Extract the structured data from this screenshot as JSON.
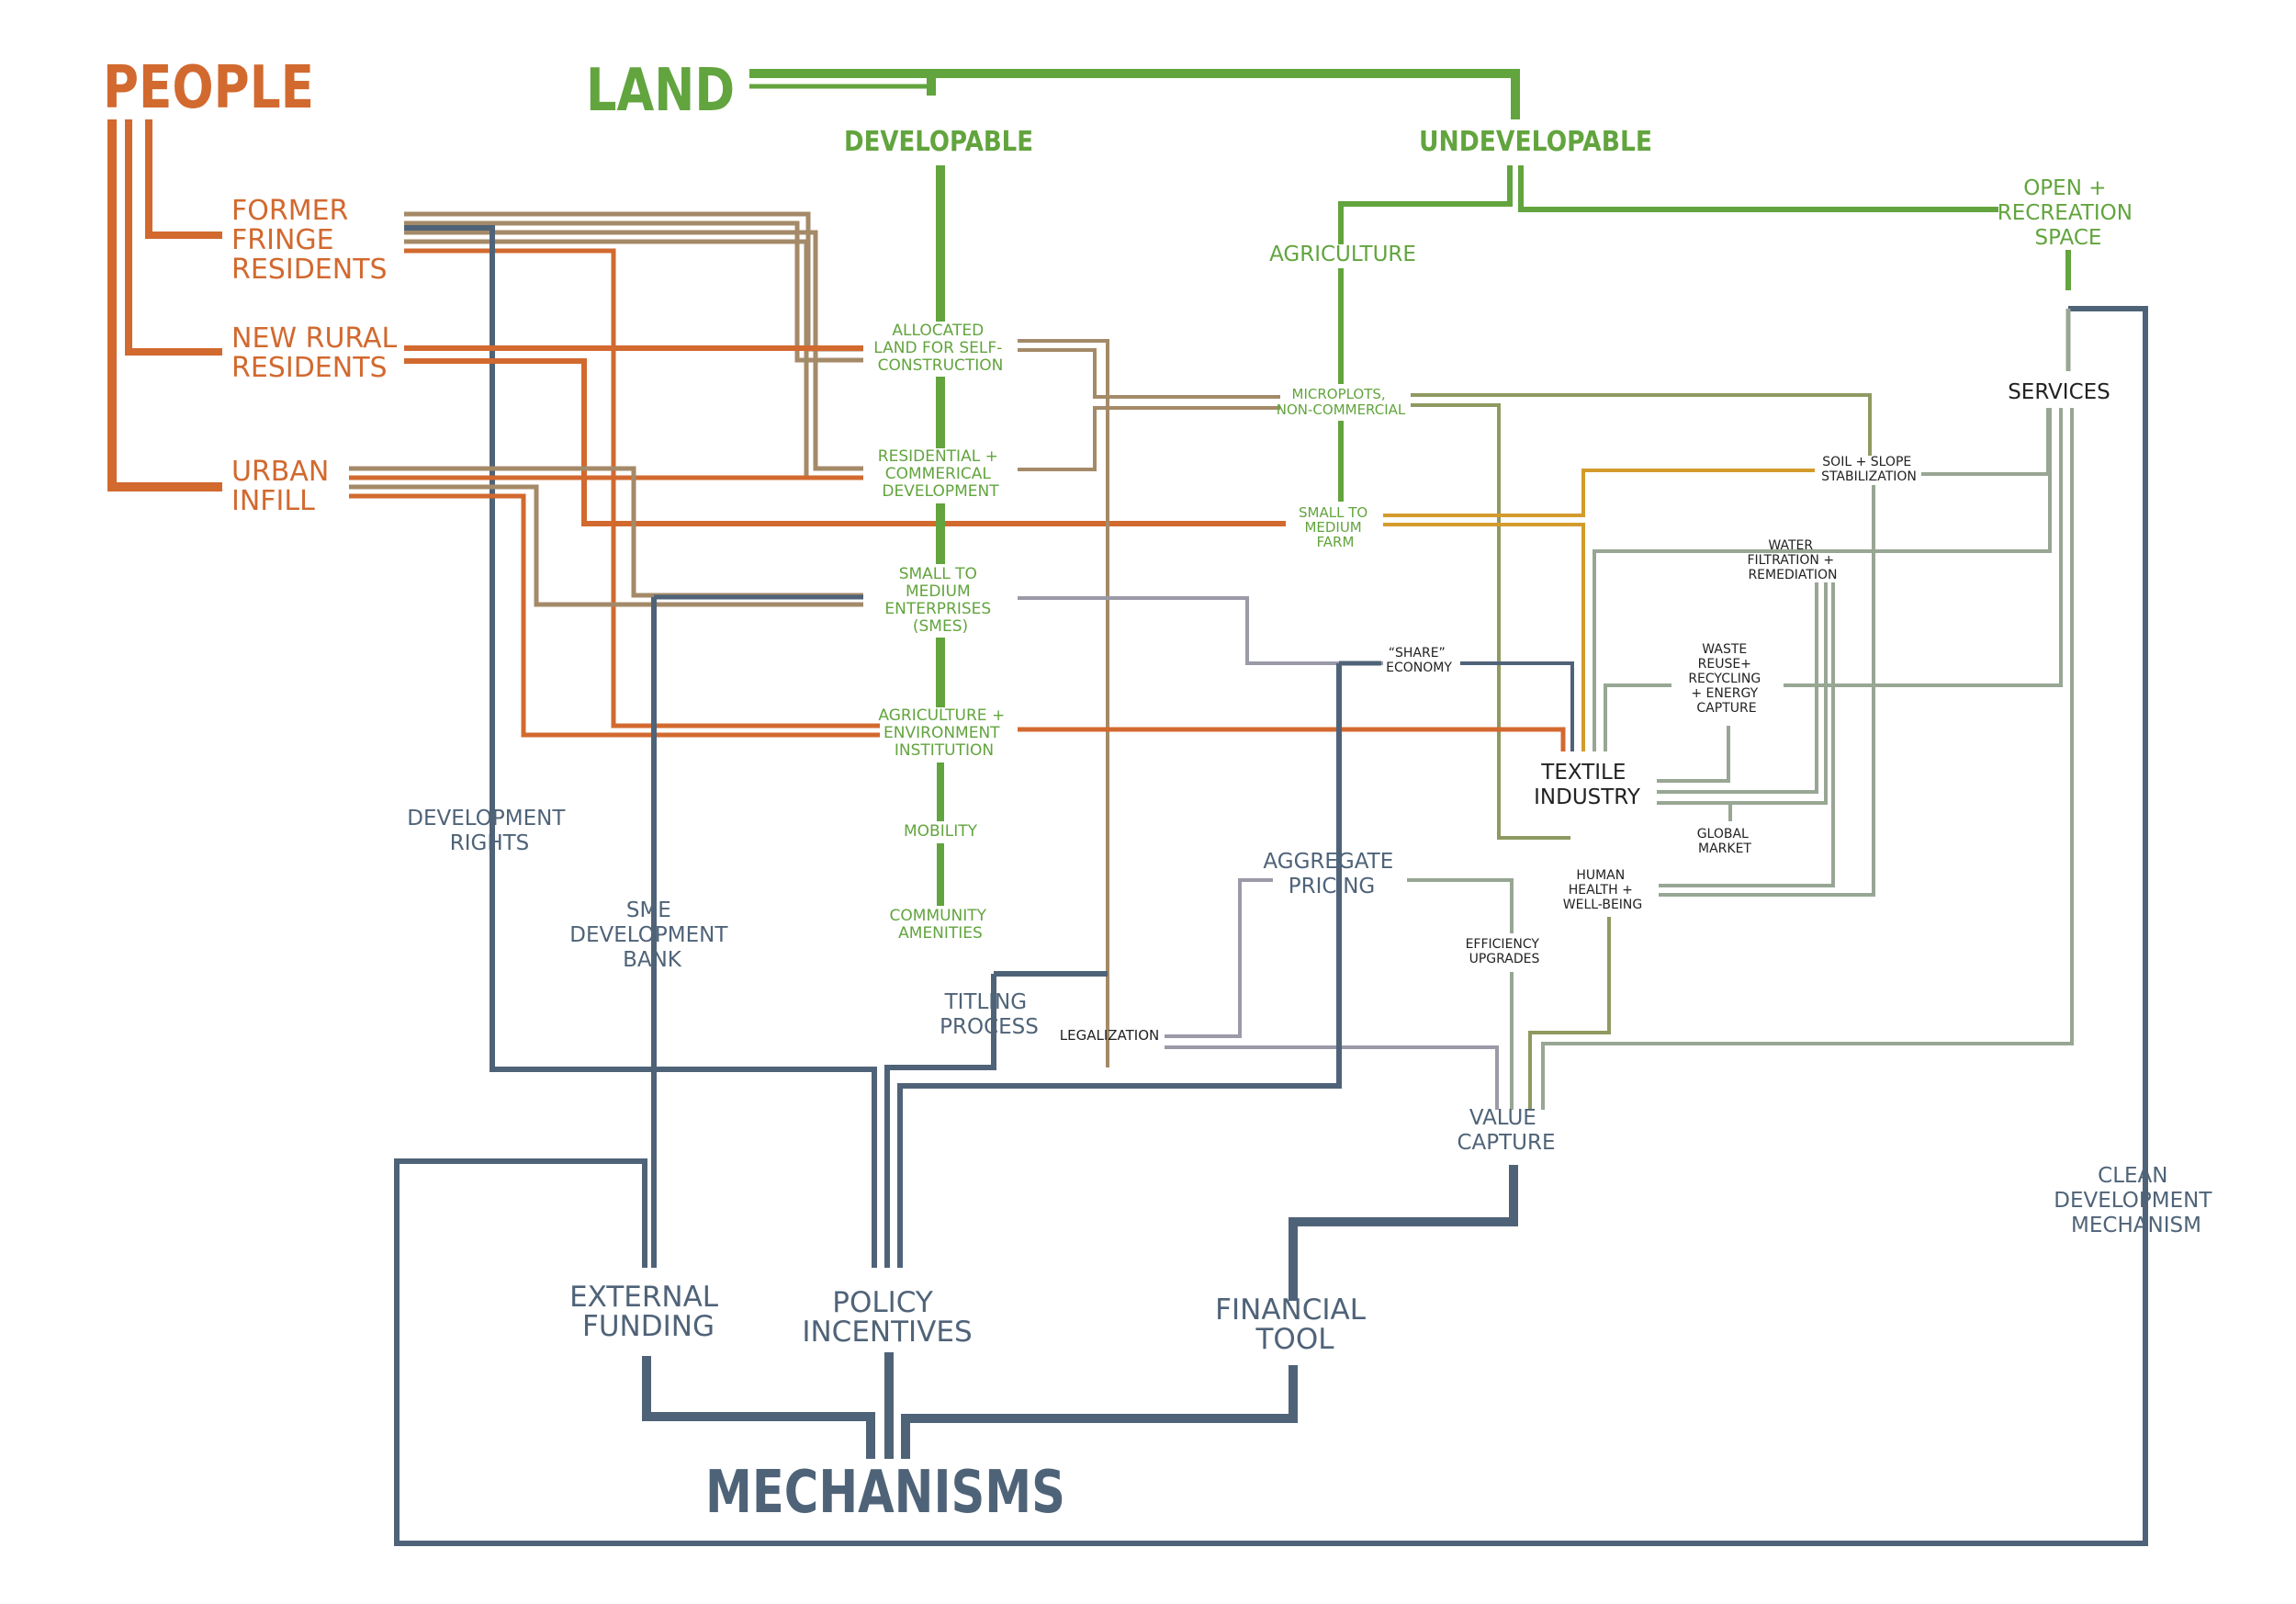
{
  "colors": {
    "people": "#d2692f",
    "land": "#62a43e",
    "mechanisms": "#4f6378",
    "tan": "#a48a68",
    "olive": "#8e9a60",
    "sage": "#98a694",
    "gold": "#d39b2c",
    "lavender": "#9b9aa8",
    "node_dark": "#222222"
  },
  "people": {
    "title": "PEOPLE",
    "former_fringe": [
      "FORMER",
      "FRINGE",
      "RESIDENTS"
    ],
    "new_rural": [
      "NEW RURAL",
      "RESIDENTS"
    ],
    "urban_infill": [
      "URBAN",
      "INFILL"
    ]
  },
  "land": {
    "title": "LAND",
    "developable": "DEVELOPABLE",
    "undevelopable": "UNDEVELOPABLE",
    "allocated_land": [
      "ALLOCATED",
      "LAND FOR SELF-",
      "CONSTRUCTION"
    ],
    "residential": [
      "RESIDENTIAL +",
      "COMMERICAL",
      "DEVELOPMENT"
    ],
    "smes": [
      "SMALL TO",
      "MEDIUM",
      "ENTERPRISES",
      "(SMES)"
    ],
    "agri_institution": [
      "AGRICULTURE +",
      "ENVIRONMENT",
      "INSTITUTION"
    ],
    "mobility": "MOBILITY",
    "community": [
      "COMMUNITY",
      "AMENITIES"
    ],
    "agriculture": "AGRICULTURE",
    "microplots": [
      "MICROPLOTS,",
      "NON-COMMERCIAL"
    ],
    "farm": [
      "SMALL TO",
      "MEDIUM",
      "FARM"
    ],
    "open_space": [
      "OPEN  +",
      "RECREATION",
      "SPACE"
    ]
  },
  "services": {
    "title": "SERVICES",
    "soil": [
      "SOIL + SLOPE",
      "STABILIZATION"
    ],
    "water": [
      "WATER",
      "FILTRATION +",
      "REMEDIATION"
    ],
    "waste": [
      "WASTE",
      "REUSE+",
      "RECYCLING",
      "+ ENERGY",
      "CAPTURE"
    ],
    "share": [
      "“SHARE”",
      "ECONOMY"
    ],
    "textile": [
      "TEXTILE",
      "INDUSTRY"
    ],
    "global_market": [
      "GLOBAL",
      "MARKET"
    ],
    "health": [
      "HUMAN",
      "HEALTH +",
      "WELL-BEING"
    ],
    "efficiency": [
      "EFFICIENCY",
      "UPGRADES"
    ],
    "legalization": "LEGALIZATION"
  },
  "mechanisms": {
    "title": "MECHANISMS",
    "development_rights": [
      "DEVELOPMENT",
      "RIGHTS"
    ],
    "sme_bank": [
      "SME",
      "DEVELOPMENT",
      "BANK"
    ],
    "titling": [
      "TITLING",
      "PROCESS"
    ],
    "aggregate": [
      "AGGREGATE",
      "PRICING"
    ],
    "value_capture": [
      "VALUE",
      "CAPTURE"
    ],
    "clean_dev": [
      "CLEAN",
      "DEVELOPMENT",
      "MECHANISM"
    ],
    "external_funding": [
      "EXTERNAL",
      "FUNDING"
    ],
    "policy": [
      "POLICY",
      "INCENTIVES"
    ],
    "financial": [
      "FINANCIAL",
      "TOOL"
    ]
  }
}
